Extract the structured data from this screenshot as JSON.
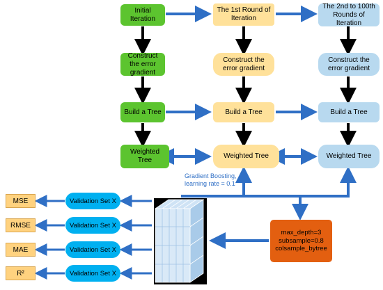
{
  "colors": {
    "green": "#5cc42f",
    "yellow": "#ffe19a",
    "light_blue": "#b8d9ef",
    "validation": "#00b0f0",
    "metric": "#ffd27f",
    "params": "#e35f10",
    "arrow_blue": "#2f6fc5",
    "arrow_black": "#000000"
  },
  "columns": {
    "initial": {
      "iteration": "Initial Iteration",
      "gradient": "Construct the error gradient",
      "tree": "Build a Tree",
      "weighted": "Weighted Tree"
    },
    "first_round": {
      "iteration": "The 1st Round of Iteration",
      "gradient": "Construct the error gradient",
      "tree": "Build a Tree",
      "weighted": "Weighted Tree"
    },
    "later_rounds": {
      "iteration": "The 2nd to 100th Rounds of Iteration",
      "gradient": "Construct the error gradient",
      "tree": "Build a Tree",
      "weighted": "Weighted Tree"
    }
  },
  "note": {
    "line1": "Gradient Boosting,",
    "line2": "learning rate = 0.1"
  },
  "params": {
    "line1": "max_depth=3",
    "line2": "subsample=0.8",
    "line3": "colsample_bytree"
  },
  "validation": [
    "Validation Set X",
    "Validation Set X",
    "Validation Set X",
    "Validation Set X"
  ],
  "metrics": [
    "MSE",
    "RMSE",
    "MAE",
    "R²"
  ],
  "icons": {
    "data_cube": "data-cube-icon"
  }
}
